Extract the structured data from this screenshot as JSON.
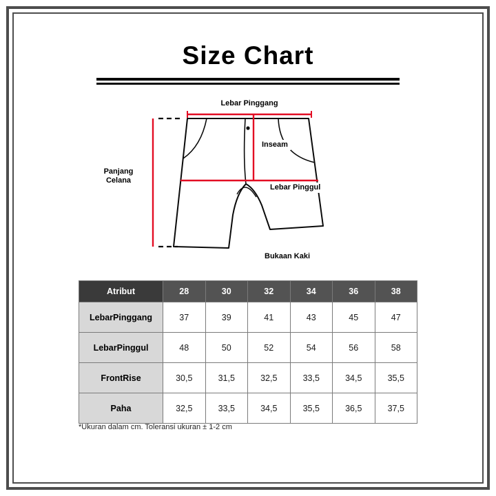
{
  "page": {
    "title": "Size Chart",
    "footnote": "*Ukuran dalam cm. Toleransi ukuran ± 1-2 cm"
  },
  "diagram": {
    "labels": {
      "waist": "Lebar Pinggang",
      "inseam": "Inseam",
      "hip": "Lebar Pinggul",
      "length_line1": "Panjang",
      "length_line2": "Celana",
      "leg_opening": "Bukaan Kaki"
    },
    "colors": {
      "measure_line_red": "#e30d23",
      "outline_black": "#0a0a0a"
    }
  },
  "chart_data": {
    "type": "table",
    "title": "Size Chart",
    "columns": [
      "Atribut",
      "28",
      "30",
      "32",
      "34",
      "36",
      "38"
    ],
    "rows": [
      {
        "label": "LebarPinggang",
        "values": [
          "37",
          "39",
          "41",
          "43",
          "45",
          "47"
        ]
      },
      {
        "label": "LebarPinggul",
        "values": [
          "48",
          "50",
          "52",
          "54",
          "56",
          "58"
        ]
      },
      {
        "label": "FrontRise",
        "values": [
          "30,5",
          "31,5",
          "32,5",
          "33,5",
          "34,5",
          "35,5"
        ]
      },
      {
        "label": "Paha",
        "values": [
          "32,5",
          "33,5",
          "34,5",
          "35,5",
          "36,5",
          "37,5"
        ]
      }
    ],
    "note": "*Ukuran dalam cm. Toleransi ukuran ± 1-2 cm",
    "styles": {
      "header_bg_dark": "#3a3a3a",
      "header_bg": "#535353",
      "label_col_bg": "#d8d8d8"
    }
  }
}
